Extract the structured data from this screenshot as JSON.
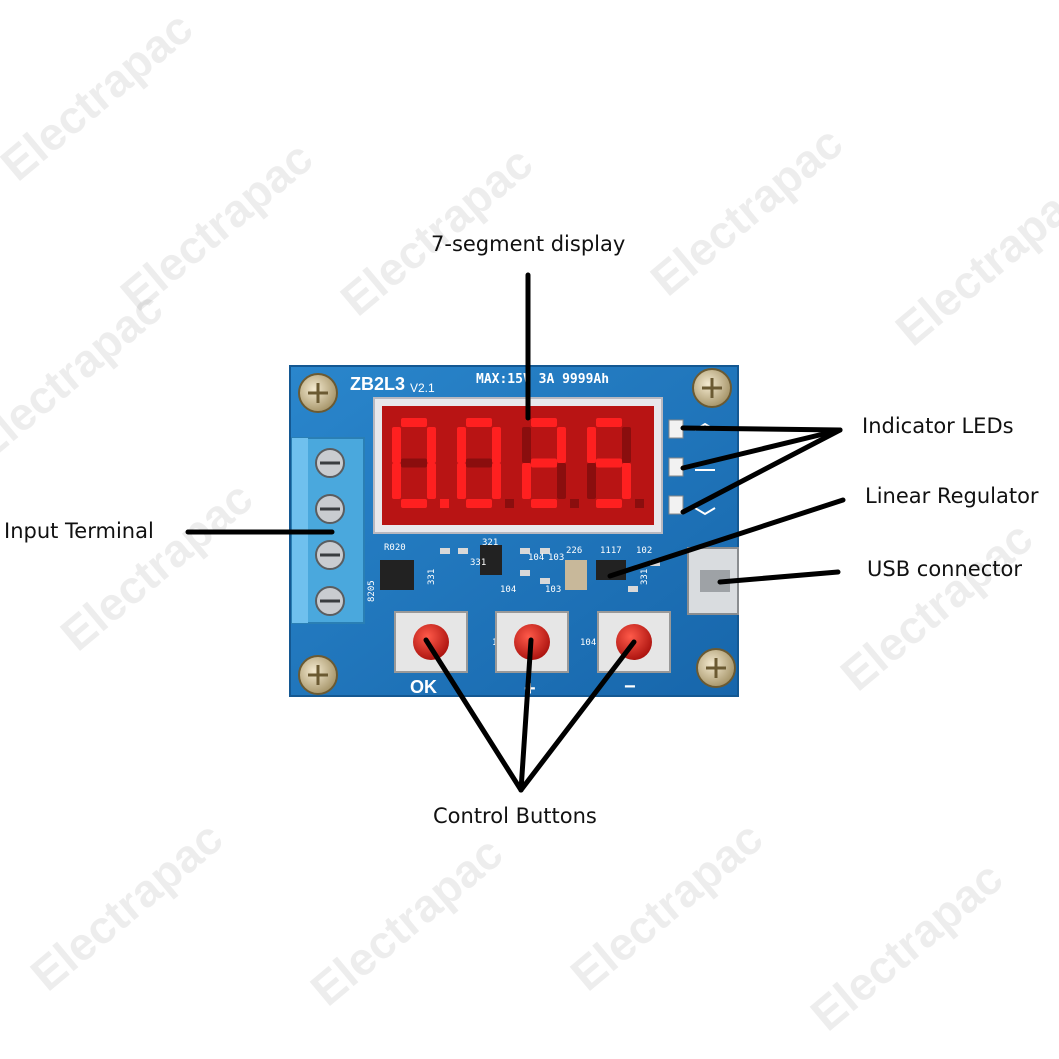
{
  "board": {
    "model": "ZB2L3",
    "version": "V2.1",
    "spec": "MAX:15V 3A 9999Ah",
    "display_value": "0.025",
    "button_labels": [
      "OK",
      "+",
      "−"
    ],
    "silkscreen": [
      "R020",
      "8205",
      "321",
      "331",
      "104",
      "103",
      "226",
      "1117",
      "102",
      "331",
      "104",
      "103",
      "104",
      "331",
      "104"
    ]
  },
  "labels": {
    "display": "7-segment display",
    "leds": "Indicator LEDs",
    "regulator": "Linear Regulator",
    "usb": "USB connector",
    "terminal": "Input Terminal",
    "buttons": "Control Buttons"
  },
  "watermark": "Electrapac",
  "colors": {
    "pcb": "#1f78c0",
    "pcb_light": "#3c9de0",
    "display_red": "#ff2020",
    "terminal": "#4aa8dd",
    "button_red": "#d0201c"
  }
}
